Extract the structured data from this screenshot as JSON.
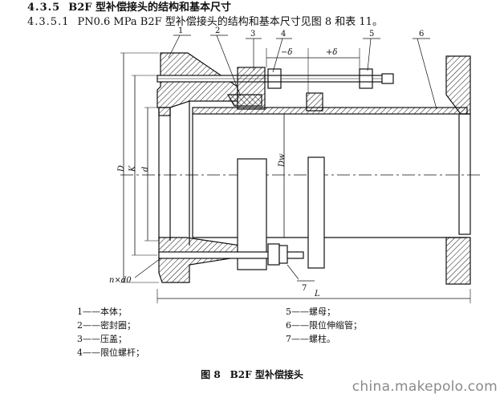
{
  "section": {
    "heading_number": "4.3.5",
    "heading_title": "B2F 型补偿接头的结构和基本尺寸",
    "sub_number": "4.3.5.1",
    "sub_text": "PN0.6 MPa B2F 型补偿接头的结构和基本尺寸见图 8 和表 11。"
  },
  "figure": {
    "part_callouts": [
      "1",
      "2",
      "3",
      "4",
      "6",
      "5",
      "7"
    ],
    "dimension_labels": {
      "minus_delta": "−δ",
      "plus_delta": "+δ",
      "D": "D",
      "K": "K",
      "d": "d",
      "Dw": "Dw",
      "bolt_holes": "n×d0",
      "L": "L"
    },
    "legend_left": [
      "1——本体；",
      "2——密封圈；",
      "3——压盖；",
      "4——限位螺杆；"
    ],
    "legend_right": [
      "5——螺母；",
      "6——限位伸缩管；",
      "7——螺柱。"
    ],
    "caption": "图 8　B2F 型补偿接头"
  },
  "watermark": "china.makepolo.com"
}
